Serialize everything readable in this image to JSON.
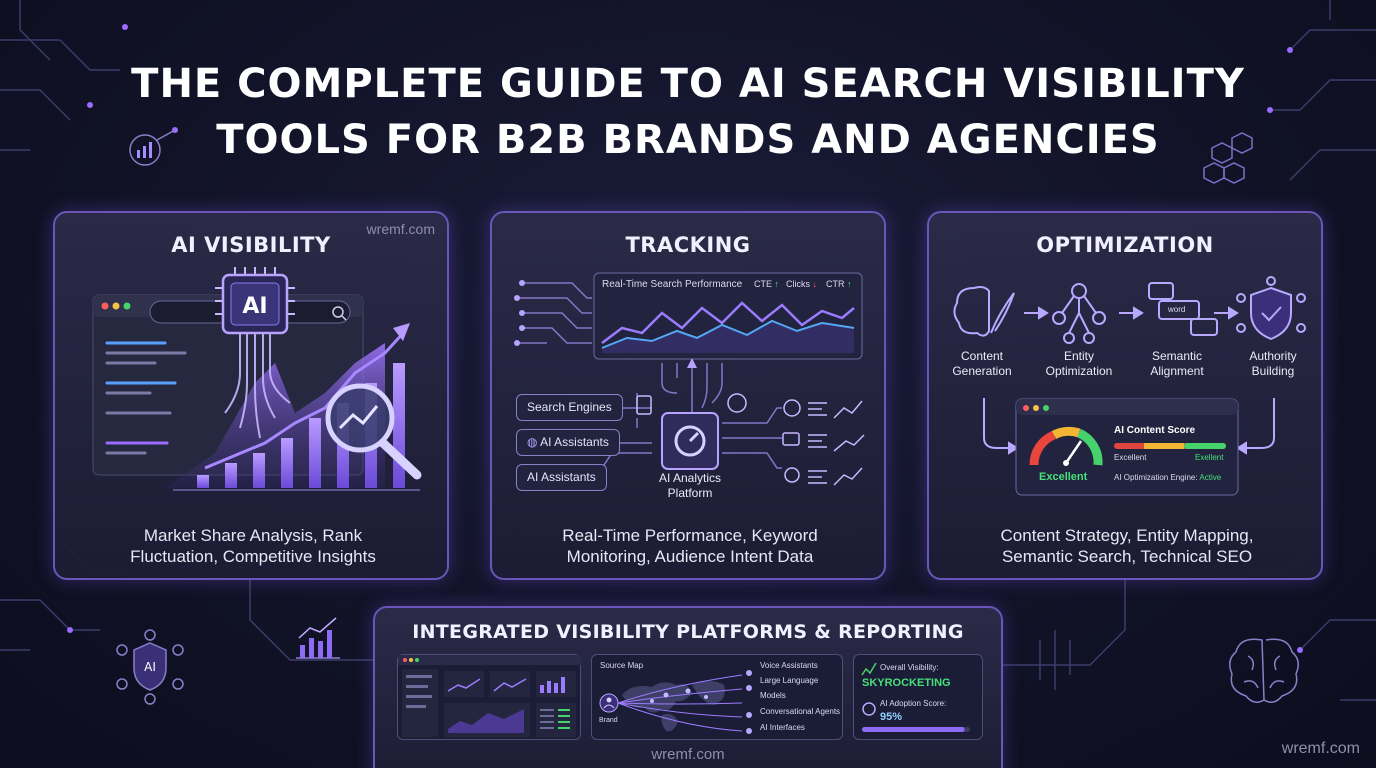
{
  "title_line1": "THE COMPLETE GUIDE TO AI SEARCH VISIBILITY",
  "title_line2": "TOOLS FOR B2B BRANDS AND AGENCIES",
  "watermark": "wremf.com",
  "colors": {
    "accent": "#7b5cf0",
    "border": "#6a55b8",
    "green": "#46e07a",
    "background": "#121328"
  },
  "cards": {
    "visibility": {
      "title": "AI VISIBILITY",
      "chip": "AI",
      "caption_line1": "Market Share Analysis, Rank",
      "caption_line2": "Fluctuation, Competitive Insights"
    },
    "tracking": {
      "title": "TRACKING",
      "chart_title": "Real-Time Search Performance",
      "metric_1": "CTE",
      "metric_2": "Clicks",
      "metric_3": "CTR",
      "source_1": "Search Engines",
      "source_2": "AI Assistants",
      "source_3": "AI Assistants",
      "platform_line1": "AI Analytics",
      "platform_line2": "Platform",
      "caption_line1": "Real-Time Performance, Keyword",
      "caption_line2": "Monitoring, Audience Intent Data"
    },
    "optimization": {
      "title": "OPTIMIZATION",
      "steps": [
        {
          "line1": "Content",
          "line2": "Generation"
        },
        {
          "line1": "Entity",
          "line2": "Optimization"
        },
        {
          "line1": "Semantic",
          "line2": "Alignment"
        },
        {
          "line1": "Authority",
          "line2": "Building"
        }
      ],
      "bubble_word": "word",
      "gauge_label": "Excellent",
      "score_title": "AI Content Score",
      "score_left": "Excellent",
      "score_right": "Exellent",
      "engine_label": "AI Optimization Engine:",
      "engine_status": "Active",
      "caption_line1": "Content Strategy, Entity Mapping,",
      "caption_line2": "Semantic Search, Technical SEO"
    }
  },
  "bottom": {
    "title": "INTEGRATED VISIBILITY PLATFORMS & REPORTING",
    "map_title": "Source Map",
    "brand_label": "Brand",
    "sources": [
      "Voice Assistants",
      "Large Language",
      "Models",
      "Conversational Agents",
      "AI Interfaces"
    ],
    "overall_label": "Overall Visibility:",
    "overall_value": "SKYROCKETING",
    "adoption_label": "AI Adoption Score:",
    "adoption_value": "95%",
    "adoption_fraction": 0.95
  },
  "side_icons": {
    "left": "AI",
    "brain_right": "brain-icon"
  }
}
